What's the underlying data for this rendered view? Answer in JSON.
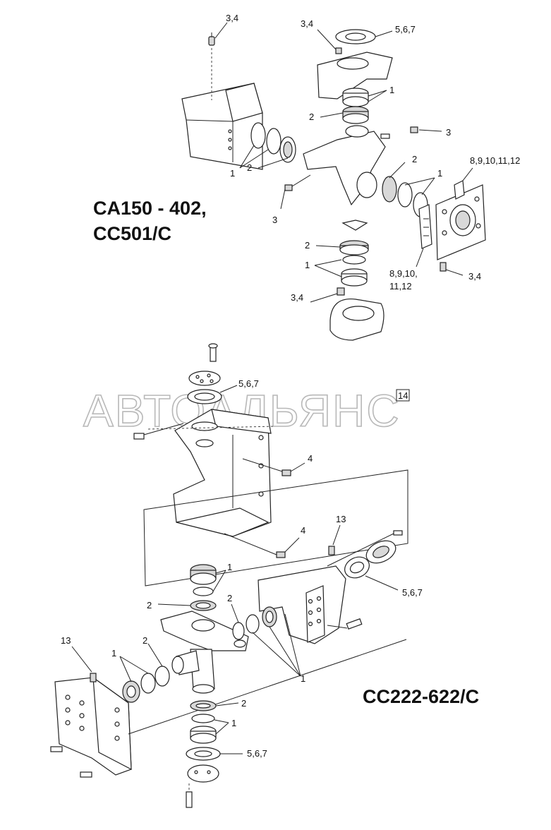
{
  "watermark": "АВТОАЛЬЯНС",
  "page_number": "14",
  "models": {
    "top": [
      "CA150 - 402,",
      "CC501/C"
    ],
    "bottom": "CC222-622/C"
  },
  "callouts": {
    "top_grease_left": "3,4",
    "top_cap_grease": "3,4",
    "top_cap_plate": "5,6,7",
    "top_bearing_1a": "1",
    "top_seal_2a": "2",
    "top_fitting_3a": "3",
    "top_plate_right": "8,9,10,11,12",
    "top_bearing_1_left": "1",
    "top_seal_2_left": "2",
    "top_fitting_3_left": "3",
    "top_seal_2_right": "2",
    "top_bearing_1_right": "1",
    "top_seal_2_low": "2",
    "top_bearing_1_low": "1",
    "top_shim_low": "8,9,10,",
    "top_shim_low_2": "11,12",
    "top_grease_right": "3,4",
    "top_grease_low": "3,4",
    "bot_cap_plate": "5,6,7",
    "bot_grease_4a": "4",
    "bot_grease_4b": "4",
    "bot_fitting_13a": "13",
    "bot_plate_right": "5,6,7",
    "bot_bearing_1a": "1",
    "bot_seal_2a": "2",
    "bot_seal_2b": "2",
    "bot_fitting_13b": "13",
    "bot_seal_2c": "2",
    "bot_bearing_1b": "1",
    "bot_bearing_1c": "1",
    "bot_seal_2d": "2",
    "bot_bearing_1d": "1",
    "bot_plate_low": "5,6,7"
  }
}
